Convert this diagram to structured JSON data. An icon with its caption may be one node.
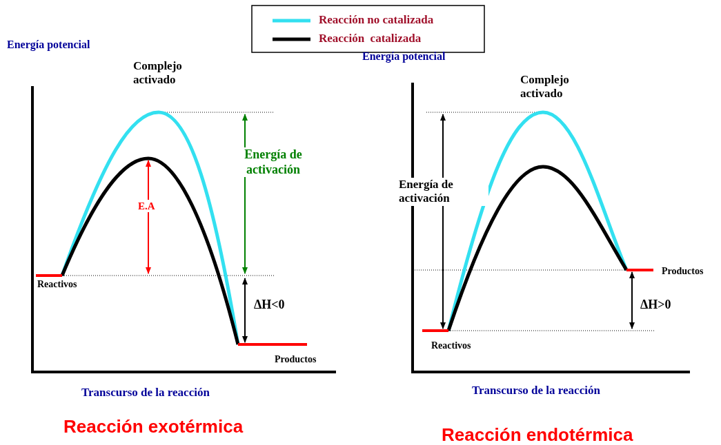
{
  "diagram": {
    "labels": [
      "Energía potencial",
      "Complejo activado",
      "Energía de activación",
      "E.A",
      "Reactivos",
      "ΔH<0",
      "Productos",
      "Transcurso de la reacción",
      "Reacción exotérmica",
      "Energía potencial",
      "Complejo activado",
      "Energía de activación",
      "Productos",
      "ΔH>0",
      "Reactivos",
      "Transcurso de la reacción",
      "Reacción endotérmica"
    ],
    "legend": [
      {
        "text": "Reacción no catalizada"
      },
      {
        "text": "Reacción  catalizada"
      }
    ]
  }
}
